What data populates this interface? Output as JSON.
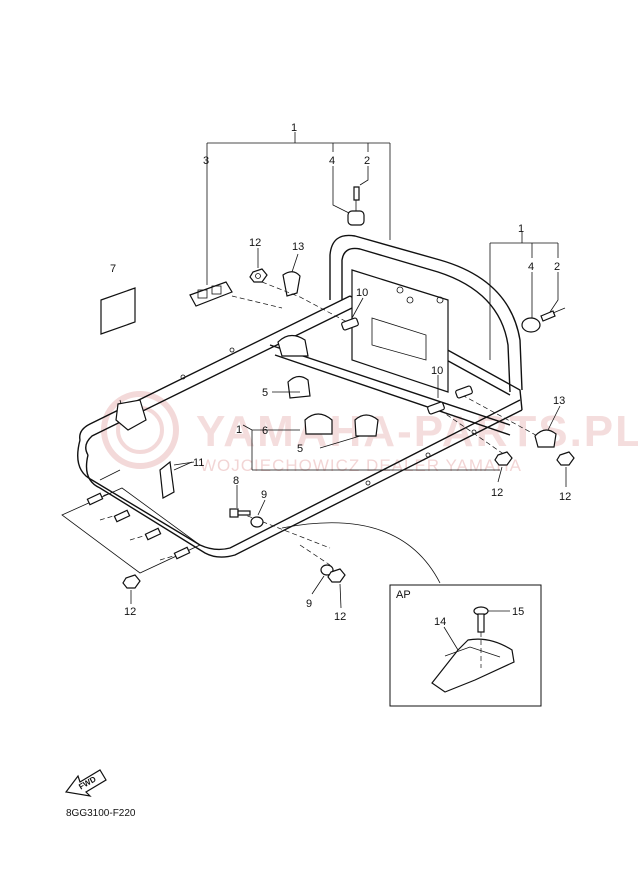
{
  "watermark": {
    "line1": "YAMAHA-PARTS.PL",
    "line2": "WOJCIECHOWICZ DEALER YAMAHA"
  },
  "callouts": {
    "c1_top": "1",
    "c3": "3",
    "c4_top": "4",
    "c2_top": "2",
    "c12_left": "12",
    "c13_left": "13",
    "c7": "7",
    "c10_upper": "10",
    "c1_right": "1",
    "c4_right": "4",
    "c2_right": "2",
    "c5_upper": "5",
    "c1_mid": "1",
    "c6": "6",
    "c5_lower": "5",
    "c10_lower": "10",
    "c13_right": "13",
    "c12_right_a": "12",
    "c12_right_b": "12",
    "c11": "11",
    "c8": "8",
    "c9_upper": "9",
    "c12_bottom_left": "12",
    "c9_lower": "9",
    "c12_bottom_mid": "12",
    "c14": "14",
    "c15": "15"
  },
  "inset": {
    "label": "AP"
  },
  "fwd_badge": "FWD",
  "diagram_code": "8GG3100-F220"
}
